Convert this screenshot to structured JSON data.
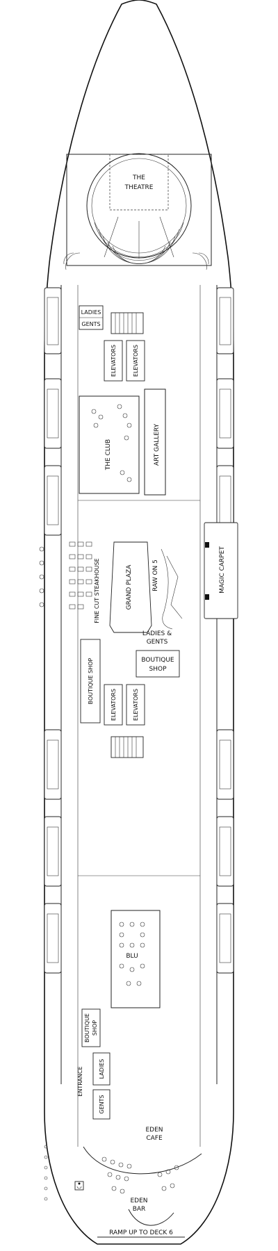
{
  "labels": {
    "theatre_1": "THE",
    "theatre_2": "THEATRE",
    "ladies_top": "LADIES",
    "gents_top": "GENTS",
    "elevators_fwd_1": "ELEVATORS",
    "elevators_fwd_2": "ELEVATORS",
    "the_club": "THE CLUB",
    "art_gallery": "ART GALLERY",
    "grand_plaza": "GRAND PLAZA",
    "raw_on_5": "RAW ON 5",
    "magic_carpet": "MAGIC CARPET",
    "fine_cut_steakhouse": "FINE CUT STEAKHOUSE",
    "ladies_gents_mid_1": "LADIES &",
    "ladies_gents_mid_2": "GENTS",
    "boutique_shop_mid_1": "BOUTIQUE",
    "boutique_shop_mid_2": "SHOP",
    "boutique_shop_vertical": "BOUTIQUE SHOP",
    "elevators_aft_1": "ELEVATORS",
    "elevators_aft_2": "ELEVATORS",
    "blu": "BLU",
    "boutique_shop_aft_1": "BOUTIQUE",
    "boutique_shop_aft_2": "SHOP",
    "ladies_aft": "LADIES",
    "gents_aft": "GENTS",
    "entrance": "ENTRANCE",
    "eden_cafe_1": "EDEN",
    "eden_cafe_2": "CAFE",
    "eden_bar_1": "EDEN",
    "eden_bar_2": "BAR",
    "ramp": "RAMP UP TO DECK 6"
  },
  "icons": {
    "accessibility": "wheelchair-icon"
  }
}
